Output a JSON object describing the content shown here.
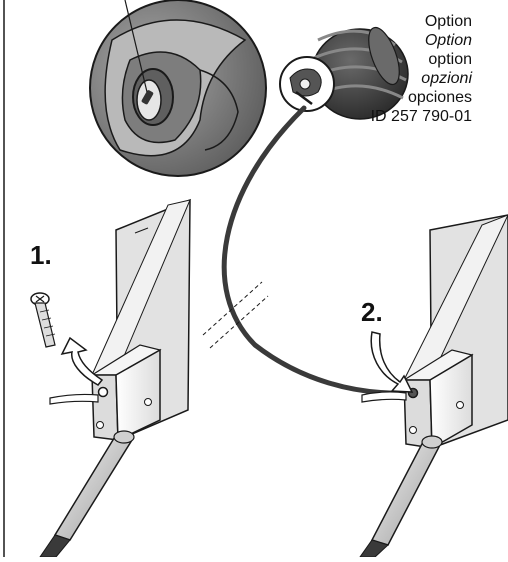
{
  "labels": {
    "option_de": "Option",
    "option_en": "Option",
    "option_fr": "option",
    "option_it": "opzioni",
    "option_es": "opciones",
    "part_id": "ID 257 790-01"
  },
  "steps": {
    "step1": "1.",
    "step2": "2."
  },
  "colors": {
    "line": "#1a1a1a",
    "body_light": "#f2f2f2",
    "body_mid": "#d9d9d9",
    "body_dark": "#a8a8a8",
    "boot_dark": "#3a3a3a",
    "boot_mid": "#5a5a5a"
  }
}
